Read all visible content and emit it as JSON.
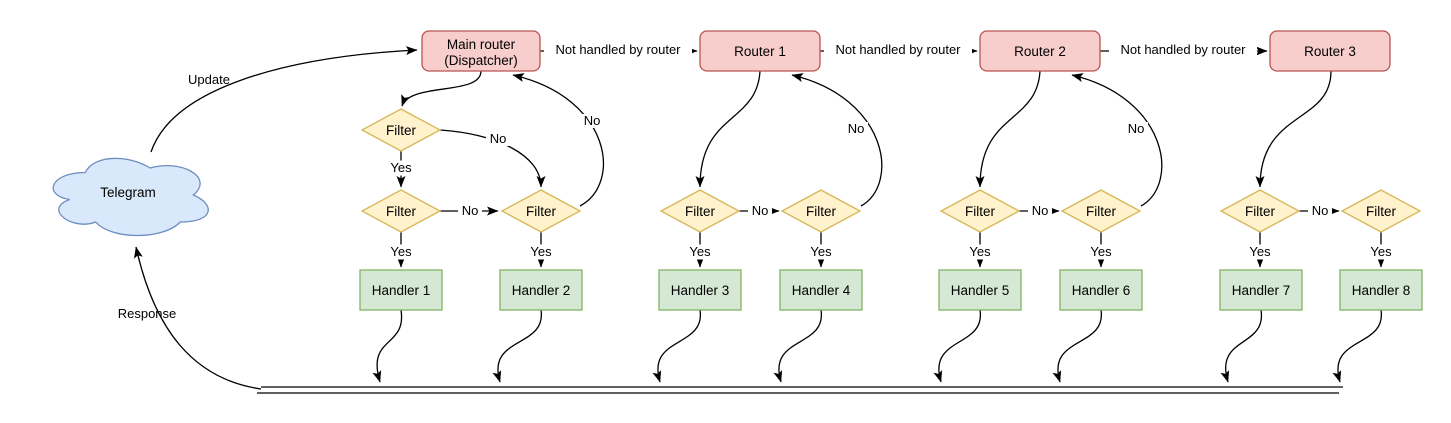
{
  "diagram": {
    "cloud": {
      "label": "Telegram"
    },
    "edge_labels": {
      "update": "Update",
      "response": "Response",
      "not_handled": "Not handled by router",
      "yes": "Yes",
      "no": "No"
    },
    "filter_label": "Filter",
    "routers": [
      {
        "line1": "Main router",
        "line2": "(Dispatcher)"
      },
      {
        "label": "Router 1"
      },
      {
        "label": "Router 2"
      },
      {
        "label": "Router 3"
      }
    ],
    "handlers": [
      {
        "label": "Handler 1"
      },
      {
        "label": "Handler 2"
      },
      {
        "label": "Handler 3"
      },
      {
        "label": "Handler 4"
      },
      {
        "label": "Handler 5"
      },
      {
        "label": "Handler 6"
      },
      {
        "label": "Handler 7"
      },
      {
        "label": "Handler 8"
      }
    ],
    "colors": {
      "router_fill": "#f8cecc",
      "router_stroke": "#b85450",
      "filter_fill": "#fff2cc",
      "filter_stroke": "#d6b656",
      "handler_fill": "#d5e8d4",
      "handler_stroke": "#82b366",
      "cloud_fill": "#dae8fc",
      "cloud_stroke": "#6c8ebf",
      "edge_color": "#000000"
    }
  }
}
